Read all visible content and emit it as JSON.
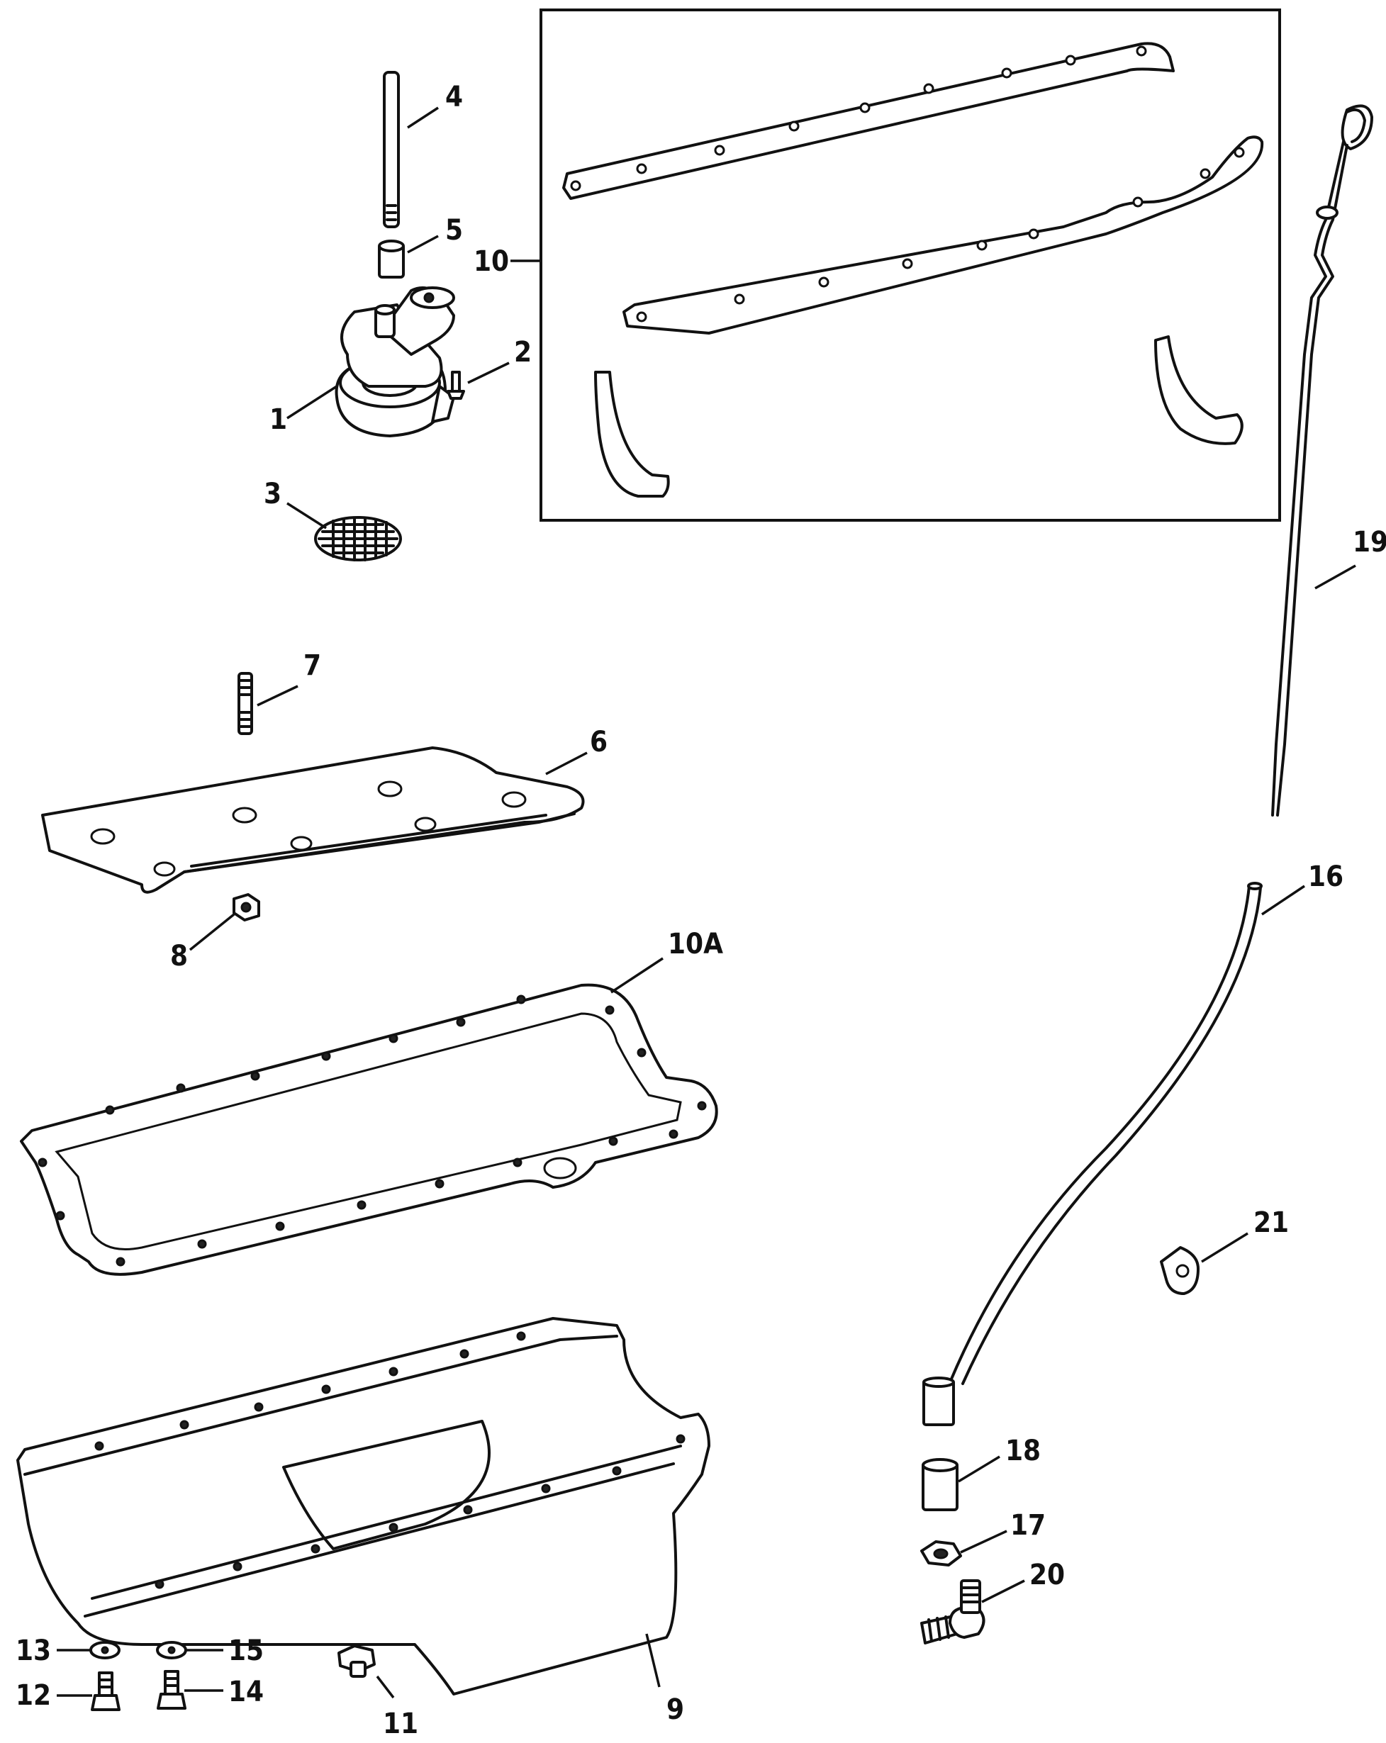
{
  "parts": [
    {
      "key": "p1",
      "label": "1",
      "name": "oil pump"
    },
    {
      "key": "p2",
      "label": "2",
      "name": "screw"
    },
    {
      "key": "p3",
      "label": "3",
      "name": "screen"
    },
    {
      "key": "p4",
      "label": "4",
      "name": "drive shaft"
    },
    {
      "key": "p5",
      "label": "5",
      "name": "sleeve"
    },
    {
      "key": "p6",
      "label": "6",
      "name": "baffle"
    },
    {
      "key": "p7",
      "label": "7",
      "name": "stud"
    },
    {
      "key": "p8",
      "label": "8",
      "name": "nut"
    },
    {
      "key": "p9",
      "label": "9",
      "name": "oil pan"
    },
    {
      "key": "p10",
      "label": "10",
      "name": "oil pan gasket set"
    },
    {
      "key": "p10a",
      "label": "10A",
      "name": "one piece oil pan gasket"
    },
    {
      "key": "p11",
      "label": "11",
      "name": "drain plug"
    },
    {
      "key": "p12",
      "label": "12",
      "name": "bolt"
    },
    {
      "key": "p13",
      "label": "13",
      "name": "washer"
    },
    {
      "key": "p14",
      "label": "14",
      "name": "bolt"
    },
    {
      "key": "p15",
      "label": "15",
      "name": "washer"
    },
    {
      "key": "p16",
      "label": "16",
      "name": "dipstick tube"
    },
    {
      "key": "p17",
      "label": "17",
      "name": "nut"
    },
    {
      "key": "p18",
      "label": "18",
      "name": "sleeve"
    },
    {
      "key": "p19",
      "label": "19",
      "name": "dipstick"
    },
    {
      "key": "p20",
      "label": "20",
      "name": "elbow fitting"
    },
    {
      "key": "p21",
      "label": "21",
      "name": "clamp"
    }
  ]
}
